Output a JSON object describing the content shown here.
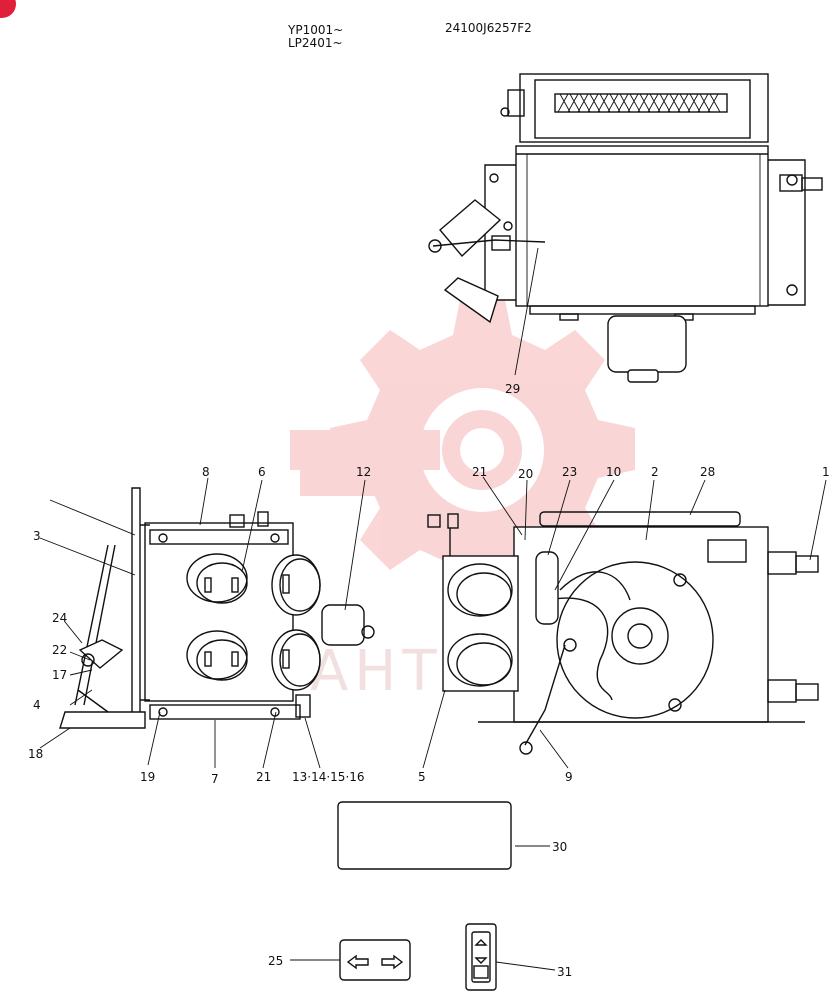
{
  "header": {
    "serial_line1": "YP1001~",
    "serial_line2": "LP2401~",
    "part_number": "24100J6257F2"
  },
  "watermark": {
    "text": "АНТЕХ",
    "color": "#f08080"
  },
  "callouts": {
    "c1": "1",
    "c2": "2",
    "c3": "3",
    "c4": "4",
    "c5": "5",
    "c6": "6",
    "c7": "7",
    "c8": "8",
    "c9": "9",
    "c10": "10",
    "c12": "12",
    "c13": "13·14·15·16",
    "c17": "17",
    "c18": "18",
    "c19": "19",
    "c20": "20",
    "c21a": "21",
    "c21b": "21",
    "c22": "22",
    "c23": "23",
    "c24": "24",
    "c25": "25",
    "c28": "28",
    "c29": "29",
    "c30": "30",
    "c31": "31"
  },
  "colors": {
    "line": "#111111",
    "corner_badge": "#e0203a"
  }
}
